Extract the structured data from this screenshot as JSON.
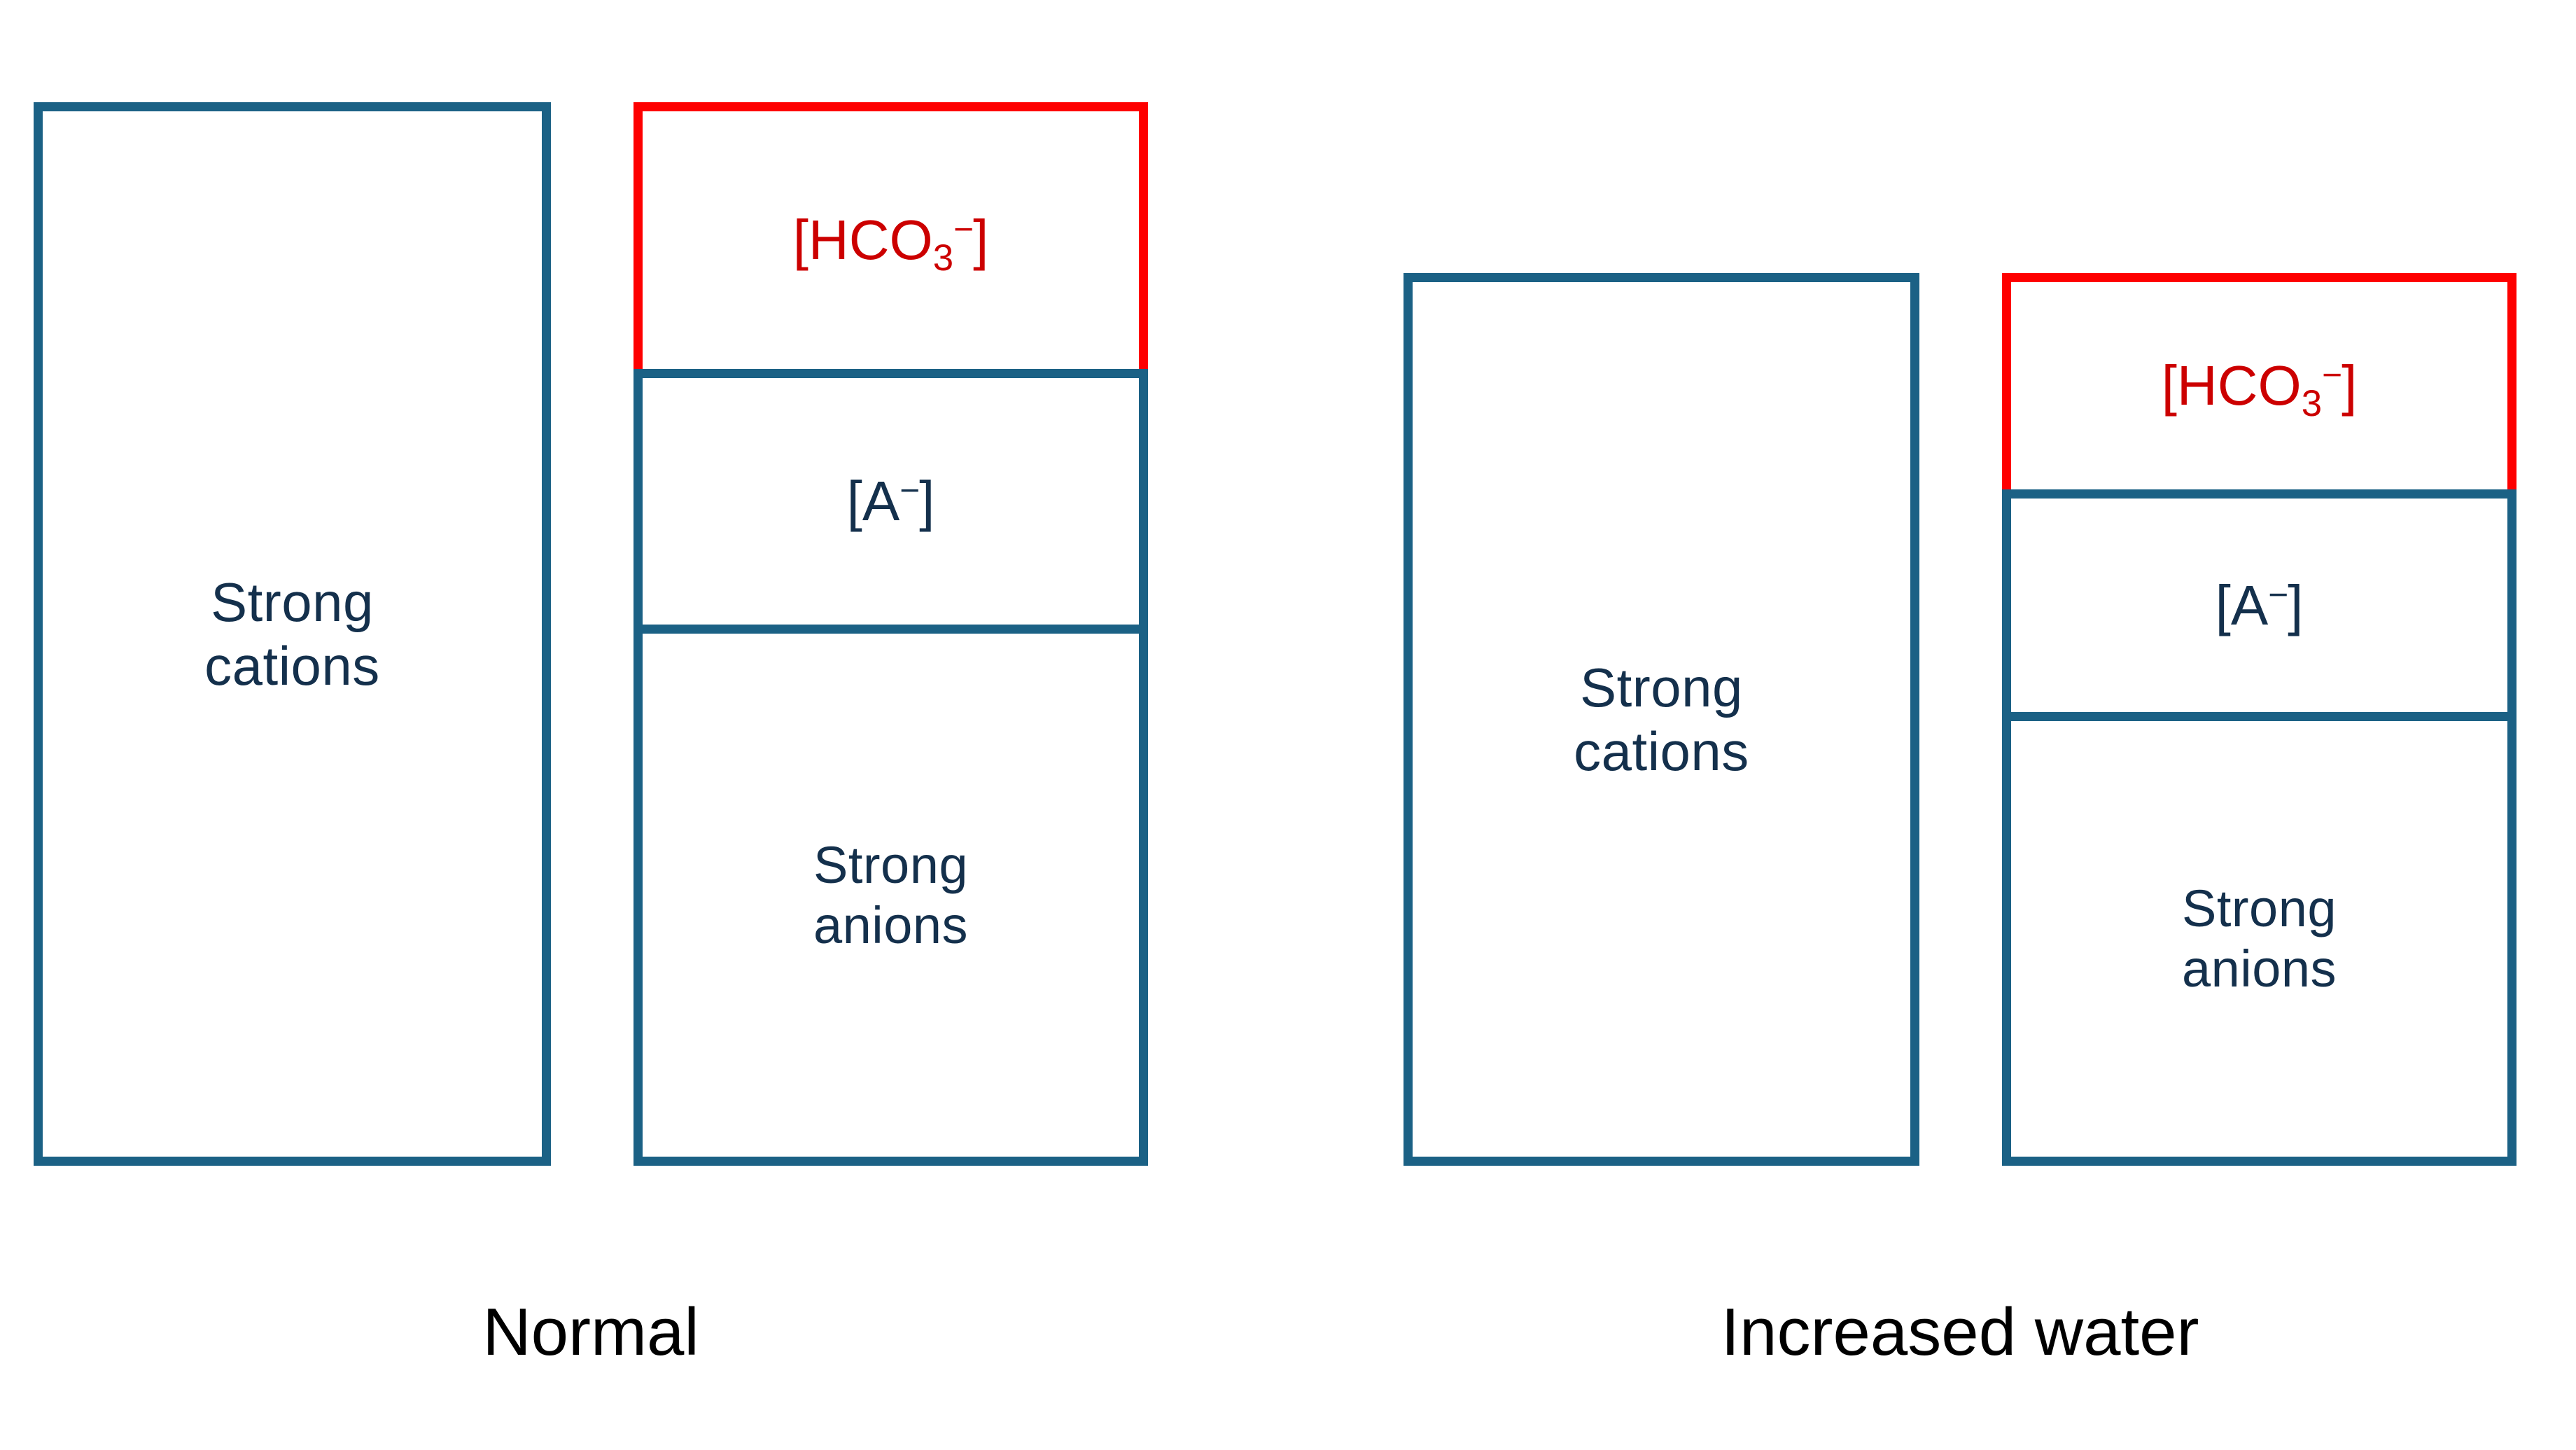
{
  "diagram": {
    "title_text_present": false,
    "colors": {
      "strong_ion_border": "#1b6185",
      "bicarbonate_border": "#fe0000",
      "bicarbonate_text": "#cc0000",
      "ion_label_text": "#14304c",
      "caption_text": "#000000",
      "background": "#ffffff"
    },
    "panels": [
      {
        "id": "normal",
        "caption": "Normal",
        "cation_column": {
          "label": "Strong\ncations"
        },
        "anion_column": {
          "segments": [
            {
              "id": "bicarbonate",
              "label_prefix": "[HCO",
              "label_sub": "3",
              "label_sup": "−",
              "label_suffix": "]",
              "label_plain": "[HCO3−]",
              "border_color": "#fe0000"
            },
            {
              "id": "weak-acid-anion",
              "label_prefix": "[A",
              "label_sub": "",
              "label_sup": "−",
              "label_suffix": "]",
              "label_plain": "[A−]",
              "border_color": "#1b6185"
            },
            {
              "id": "strong-anions",
              "label_plain": "Strong\nanions",
              "border_color": "#1b6185"
            }
          ]
        }
      },
      {
        "id": "increased-water",
        "caption": "Increased water",
        "cation_column": {
          "label": "Strong\ncations"
        },
        "anion_column": {
          "segments": [
            {
              "id": "bicarbonate",
              "label_prefix": "[HCO",
              "label_sub": "3",
              "label_sup": "−",
              "label_suffix": "]",
              "label_plain": "[HCO3−]",
              "border_color": "#fe0000"
            },
            {
              "id": "weak-acid-anion",
              "label_prefix": "[A",
              "label_sub": "",
              "label_sup": "−",
              "label_suffix": "]",
              "label_plain": "[A−]",
              "border_color": "#1b6185"
            },
            {
              "id": "strong-anions",
              "label_plain": "Strong\nanions",
              "border_color": "#1b6185"
            }
          ]
        }
      }
    ]
  },
  "chart_data": {
    "type": "bar",
    "title": "",
    "xlabel": "",
    "ylabel": "",
    "categories": [
      "Normal",
      "Increased water"
    ],
    "notes": "Paired stacked Gamblegram columns: strong cations vs. anion stack for each condition. Heights are relative charge concentrations read from box pixel extents.",
    "series": [
      {
        "name": "Strong cations",
        "values": [
          100.0,
          83.9
        ],
        "color": "#1b6185"
      },
      {
        "name": "Strong anions",
        "values": [
          50.9,
          42.7
        ],
        "color": "#1b6185"
      },
      {
        "name": "[A−]",
        "values": [
          24.0,
          20.9
        ],
        "color": "#1b6185"
      },
      {
        "name": "[HCO3−]",
        "values": [
          25.9,
          21.2
        ],
        "color": "#fe0000"
      }
    ],
    "legend_position": "none",
    "grid": false
  }
}
